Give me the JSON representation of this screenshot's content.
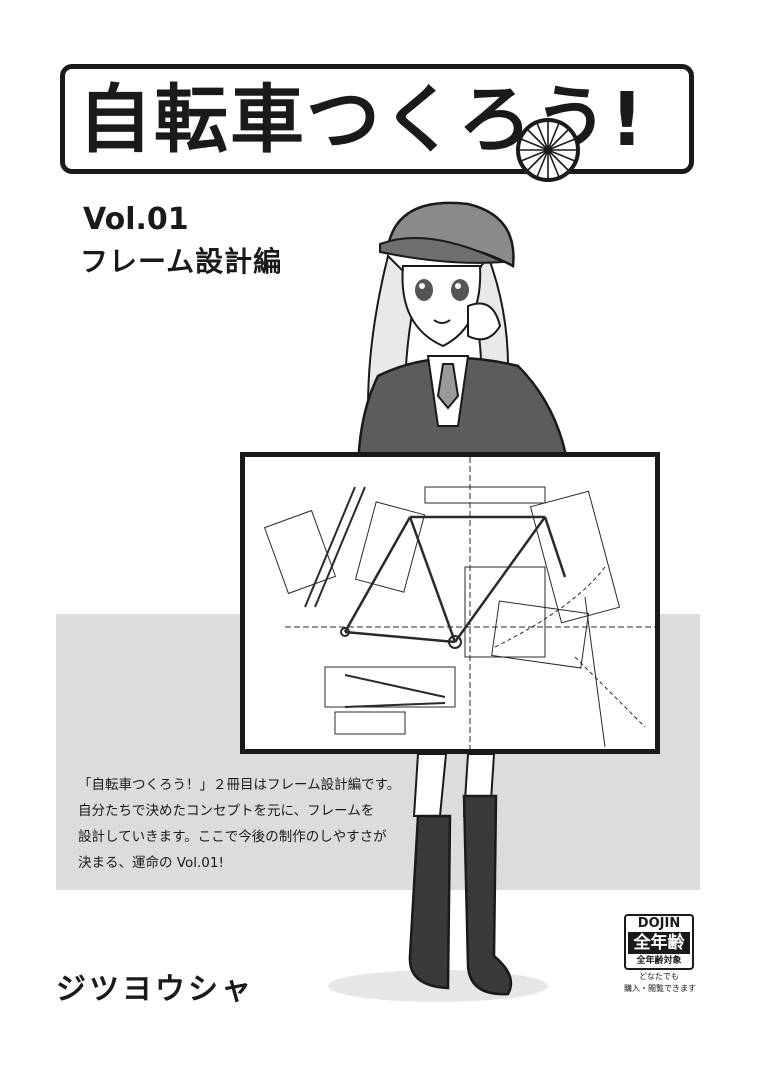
{
  "cover": {
    "title": "自転車つくろう!",
    "volume": "Vol.01",
    "subtitle": "フレーム設計編",
    "description": [
      "「自転車つくろう！」２冊目はフレーム設計編です。",
      "自分たちで決めたコンセプトを元に、フレームを",
      "設計していきます。ここで今後の制作のしやすさが",
      "決まる、運命の Vol.01!"
    ],
    "publisher": "ジツヨウシャ"
  },
  "badge": {
    "top": "DOJIN",
    "mid": "全年齢",
    "bottom": "全年齢対象",
    "note_line1": "どなたでも",
    "note_line2": "購入・閲覧できます"
  },
  "colors": {
    "ink": "#1a1a1a",
    "band": "#dcdcdc",
    "paper": "#ffffff"
  },
  "icons": [
    "bicycle-wheel-icon"
  ]
}
